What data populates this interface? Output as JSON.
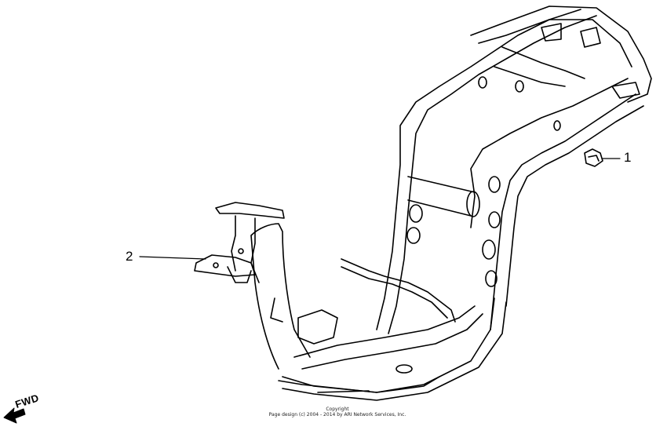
{
  "diagram": {
    "callouts": [
      {
        "label": "1"
      },
      {
        "label": "2"
      }
    ],
    "direction_indicator": {
      "icon": "fwd-arrow-icon",
      "text": "FWD"
    },
    "copyright": {
      "line1": "Copyright",
      "line2": "Page design (c) 2004 - 2014 by ARI Network Services, Inc."
    }
  }
}
